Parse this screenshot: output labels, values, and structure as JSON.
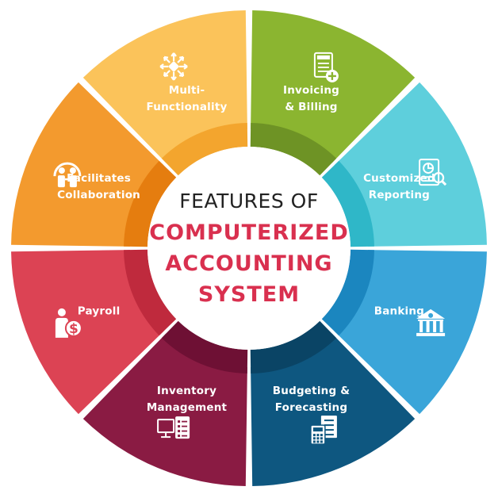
{
  "title": {
    "line1": "FEATURES OF",
    "line2": "COMPUTERIZED",
    "line3": "ACCOUNTING",
    "line4": "SYSTEM",
    "accent_color": "#d9304f"
  },
  "segments": [
    {
      "id": "invoicing",
      "lines": [
        "Invoicing",
        "& Billing"
      ],
      "icon": "invoice-icon",
      "color": "#8bb530",
      "inner_color": "#6e9325"
    },
    {
      "id": "reporting",
      "lines": [
        "Customized",
        "Reporting"
      ],
      "icon": "report-icon",
      "color": "#5ecfdc",
      "inner_color": "#2fb7c8"
    },
    {
      "id": "banking",
      "lines": [
        "Banking"
      ],
      "icon": "bank-icon",
      "color": "#3aa5d9",
      "inner_color": "#1b86bf"
    },
    {
      "id": "budgeting",
      "lines": [
        "Budgeting &",
        "Forecasting"
      ],
      "icon": "calculator-icon",
      "color": "#0e5780",
      "inner_color": "#0a4465"
    },
    {
      "id": "inventory",
      "lines": [
        "Inventory",
        "Management"
      ],
      "icon": "checklist-monitor-icon",
      "color": "#8a1b43",
      "inner_color": "#6e1034"
    },
    {
      "id": "payroll",
      "lines": [
        "Payroll"
      ],
      "icon": "person-dollar-icon",
      "color": "#dc4354",
      "inner_color": "#bf2a3d"
    },
    {
      "id": "collaboration",
      "lines": [
        "Facilitates",
        "Collaboration"
      ],
      "icon": "collaboration-icon",
      "color": "#f39a2e",
      "inner_color": "#e57d0f"
    },
    {
      "id": "multi",
      "lines": [
        "Multi-",
        "Functionality"
      ],
      "icon": "arrows-icon",
      "color": "#fbc35a",
      "inner_color": "#f3a52e"
    }
  ]
}
